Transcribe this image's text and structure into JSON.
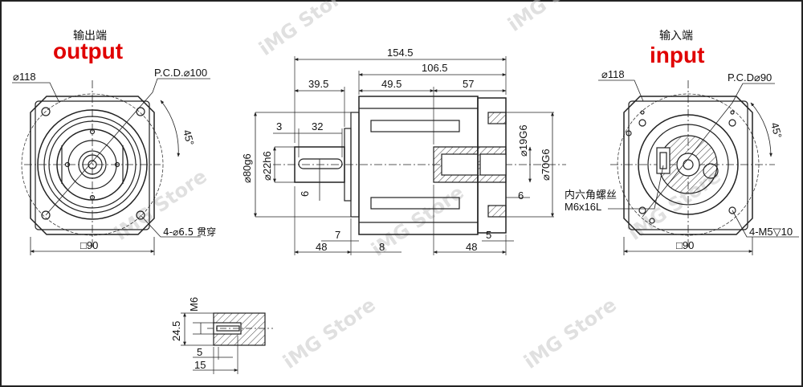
{
  "output": {
    "label_cn": "输出端",
    "label_en": "output",
    "dia_outer": "⌀118",
    "pcd": "P.C.D.⌀100",
    "angle": "45°",
    "holes": "4-⌀6.5 贯穿",
    "square": "□90"
  },
  "input": {
    "label_cn": "输入端",
    "label_en": "input",
    "dia_outer": "⌀118",
    "pcd": "P.C.D⌀90",
    "angle": "45°",
    "screw_cn": "内六角螺丝",
    "screw_size": "M6x16L",
    "holes": "4-M5▽10",
    "square": "□90"
  },
  "side": {
    "total": "154.5",
    "body": "106.5",
    "shaft_len": "39.5",
    "mid": "49.5",
    "right": "57",
    "key_off": "3",
    "key_len": "32",
    "flange_dia": "⌀80g6",
    "shaft_dia": "⌀22h6",
    "key_w": "6",
    "bore": "⌀19G6",
    "pilot": "⌀70G6",
    "slot": "6",
    "d7": "7",
    "d48a": "48",
    "d8": "8",
    "d5": "5",
    "d48b": "48"
  },
  "detail": {
    "thread": "M6",
    "h": "24.5",
    "d5": "5",
    "d15": "15"
  },
  "watermark": "iMG Store"
}
